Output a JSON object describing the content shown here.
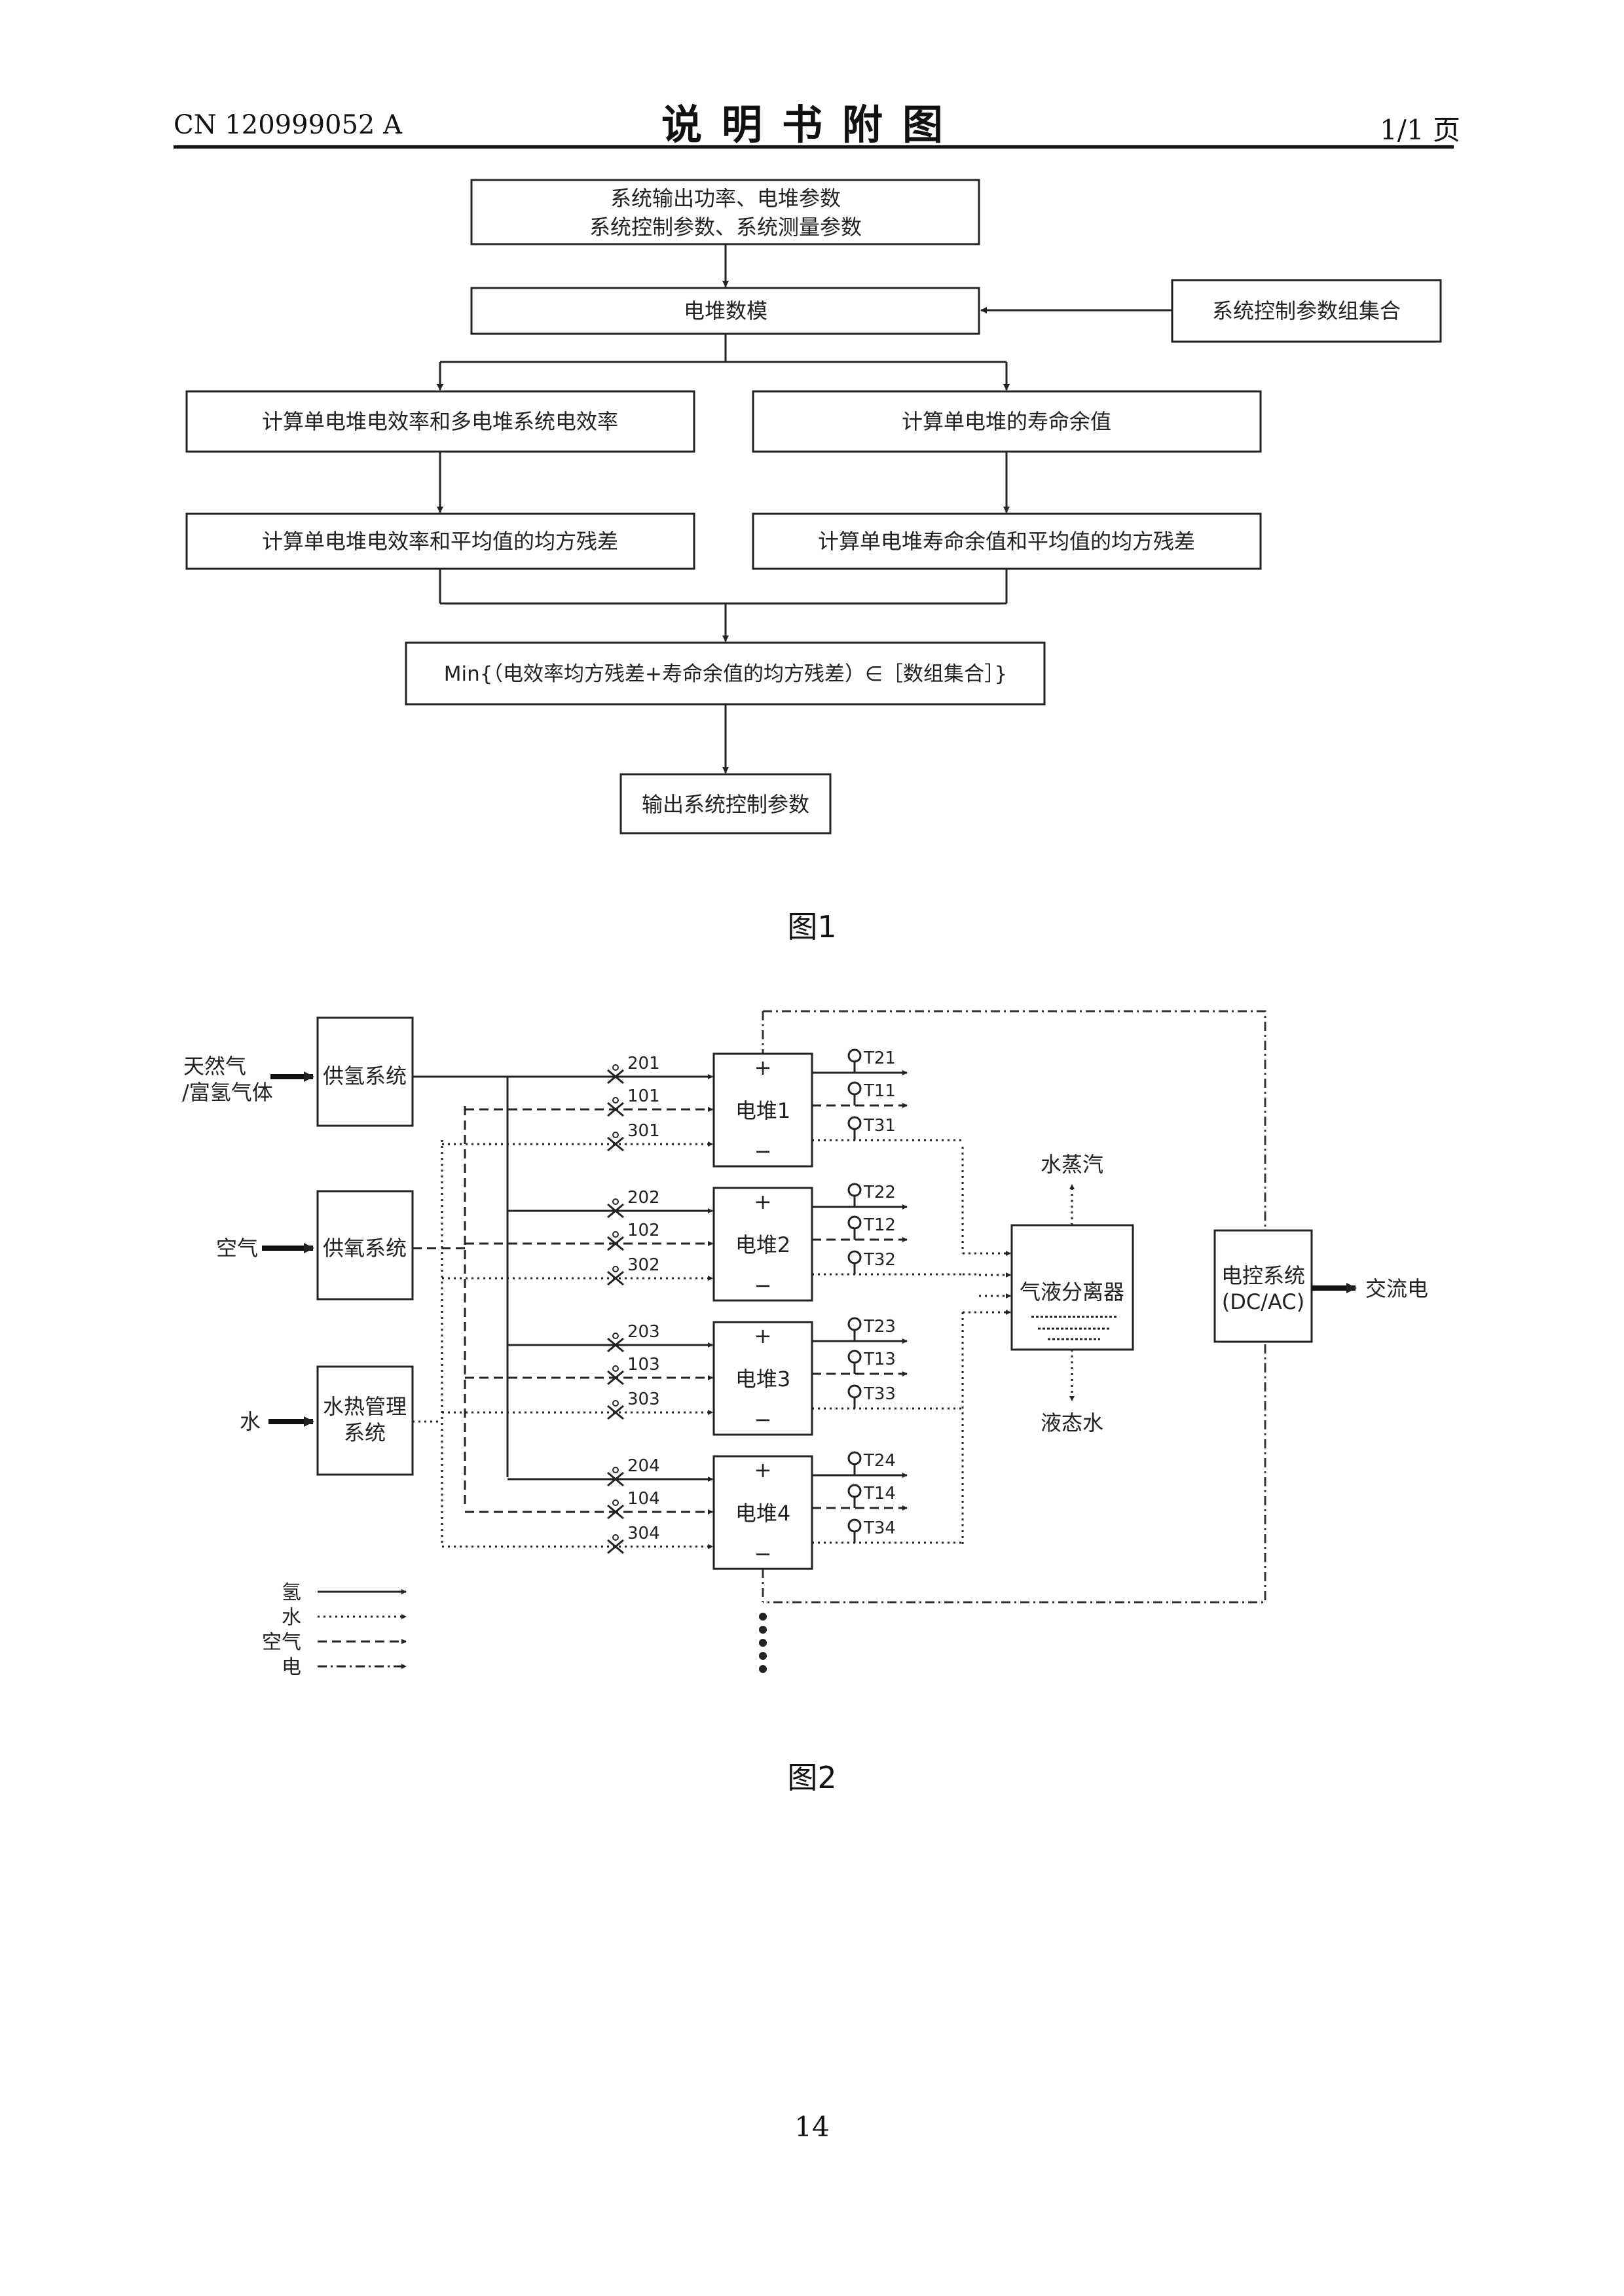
{
  "header": {
    "doc_number": "CN 120999052 A",
    "title": "说明书附图",
    "page_label": "1/1 页"
  },
  "fig1": {
    "caption": "图1",
    "nodes": {
      "input_line1": "系统输出功率、电堆参数",
      "input_line2": "系统控制参数、系统测量参数",
      "model": "电堆数模",
      "param_set": "系统控制参数组集合",
      "eff_calc": "计算单电堆电效率和多电堆系统电效率",
      "life_calc": "计算单电堆的寿命余值",
      "eff_resid": "计算单电堆电效率和平均值的均方残差",
      "life_resid": "计算单电堆寿命余值和平均值的均方残差",
      "min_expr": "Min{（电效率均方残差+寿命余值的均方残差）∈［数组集合］}",
      "output": "输出系统控制参数"
    }
  },
  "fig2": {
    "caption": "图2",
    "inputs": {
      "gas_line1": "天然气",
      "gas_line2": "/富氢气体",
      "air": "空气",
      "water": "水"
    },
    "systems": {
      "h2_supply": "供氢系统",
      "o2_supply": "供氧系统",
      "thermal_line1": "水热管理",
      "thermal_line2": "系统",
      "separator": "气液分离器",
      "ec_line1": "电控系统",
      "ec_line2": "(DC/AC)"
    },
    "stacks": [
      "电堆1",
      "电堆2",
      "电堆3",
      "电堆4"
    ],
    "plus": "+",
    "minus": "−",
    "valves": [
      [
        "201",
        "101",
        "301"
      ],
      [
        "202",
        "102",
        "302"
      ],
      [
        "203",
        "103",
        "303"
      ],
      [
        "204",
        "104",
        "304"
      ]
    ],
    "sensors": [
      [
        "T21",
        "T11",
        "T31"
      ],
      [
        "T22",
        "T12",
        "T32"
      ],
      [
        "T23",
        "T13",
        "T33"
      ],
      [
        "T24",
        "T14",
        "T34"
      ]
    ],
    "steam": "水蒸汽",
    "liquid_water": "液态水",
    "ac_output": "交流电",
    "legend": [
      "氢",
      "水",
      "空气",
      "电"
    ]
  },
  "page_number": "14"
}
